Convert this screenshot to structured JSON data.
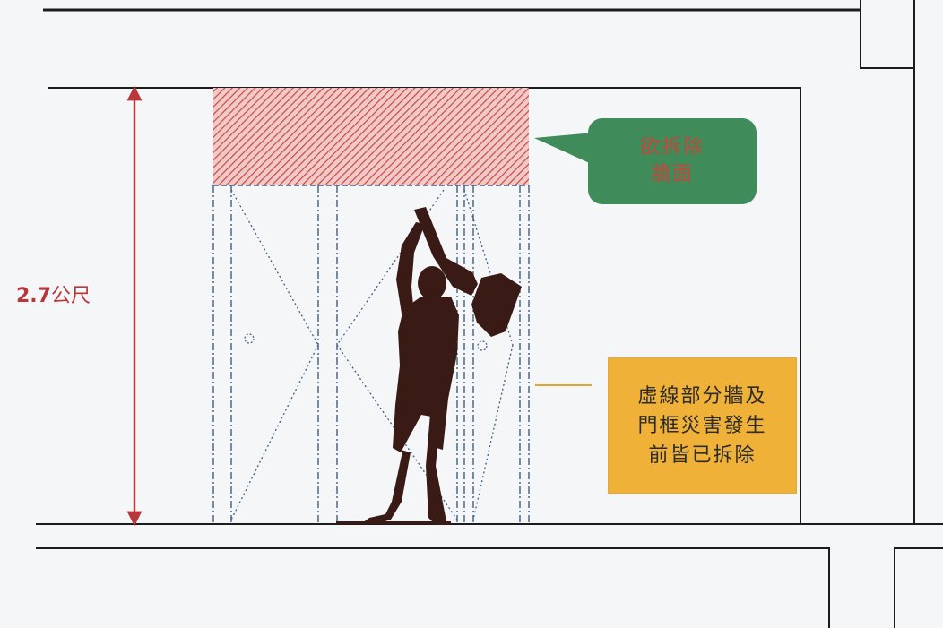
{
  "dimension": {
    "value": "2.7",
    "unit": "公尺"
  },
  "callout_demolish": {
    "lines": [
      "欲拆除",
      "牆面"
    ]
  },
  "callout_note": {
    "lines": [
      "虛線部分牆及",
      "門框災害發生",
      "前皆已拆除"
    ]
  },
  "colors": {
    "dimension": "#b9373a",
    "hatch": "#c44a4a",
    "green_bubble": "#3f8b5a",
    "note_box": "#efb137",
    "dashed_lines": "#3e5f86",
    "silhouette": "#3a1a14"
  }
}
